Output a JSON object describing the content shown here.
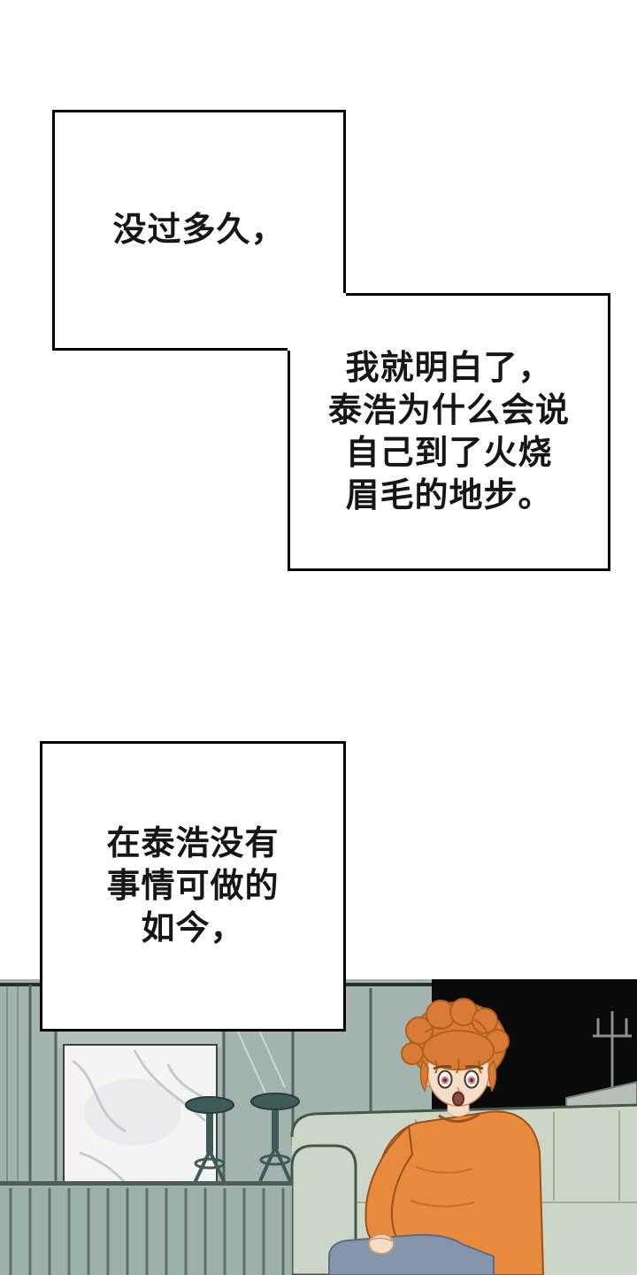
{
  "page": {
    "background": "#ffffff"
  },
  "narration": {
    "box1": {
      "lines": [
        "没过多久，"
      ]
    },
    "box2": {
      "lines": [
        "我就明白了，",
        "泰浩为什么会说",
        "自己到了火烧",
        "眉毛的地步。"
      ]
    },
    "box3": {
      "lines": [
        "在泰浩没有",
        "事情可做的",
        "如今，"
      ]
    }
  },
  "scene": {
    "colors": {
      "wall": "#a3b3ae",
      "wall_light": "#b0bfb8",
      "top_line": "#272e28",
      "black": "#0a0a0a",
      "marble": "#f4f4f2",
      "stool": "#3f5b58",
      "couch": "#ccd6c6",
      "railing": "#9db0a8",
      "shirt": "#e78a3d",
      "hair": "#d97b36",
      "skin": "#f6ddc9",
      "pants": "#8495ac"
    }
  }
}
